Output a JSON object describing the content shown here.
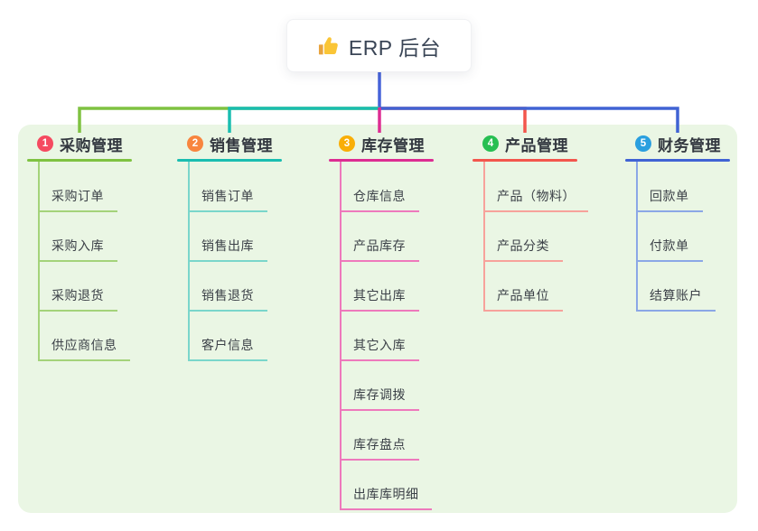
{
  "root": {
    "title": "ERP 后台",
    "icon": "thumbs-up-icon"
  },
  "branches": [
    {
      "number": "1",
      "label": "采购管理",
      "badge_color": "#f54a60",
      "line_color": "#7fc241",
      "light_color": "#a4d37a",
      "children": [
        "采购订单",
        "采购入库",
        "采购退货",
        "供应商信息"
      ]
    },
    {
      "number": "2",
      "label": "销售管理",
      "badge_color": "#f8853e",
      "line_color": "#1abdb0",
      "light_color": "#7ad6cb",
      "children": [
        "销售订单",
        "销售出库",
        "销售退货",
        "客户信息"
      ]
    },
    {
      "number": "3",
      "label": "库存管理",
      "badge_color": "#f9ae07",
      "line_color": "#dd2d92",
      "light_color": "#ee79bc",
      "children": [
        "仓库信息",
        "产品库存",
        "其它出库",
        "其它入库",
        "库存调拨",
        "库存盘点",
        "出库库明细"
      ]
    },
    {
      "number": "4",
      "label": "产品管理",
      "badge_color": "#27bf52",
      "line_color": "#f3564d",
      "light_color": "#f7a29b",
      "children": [
        "产品（物料）",
        "产品分类",
        "产品单位"
      ]
    },
    {
      "number": "5",
      "label": "财务管理",
      "badge_color": "#2a9fdf",
      "line_color": "#4063d4",
      "light_color": "#8ba7e6",
      "children": [
        "回款单",
        "付款单",
        "结算账户"
      ]
    }
  ],
  "colors": {
    "panel_background": "#eaf6e4",
    "root_connector": "#4663d9",
    "root_text": "#3a4556",
    "thumb_yellow": "#fac536",
    "thumb_dark": "#e8a33d"
  }
}
